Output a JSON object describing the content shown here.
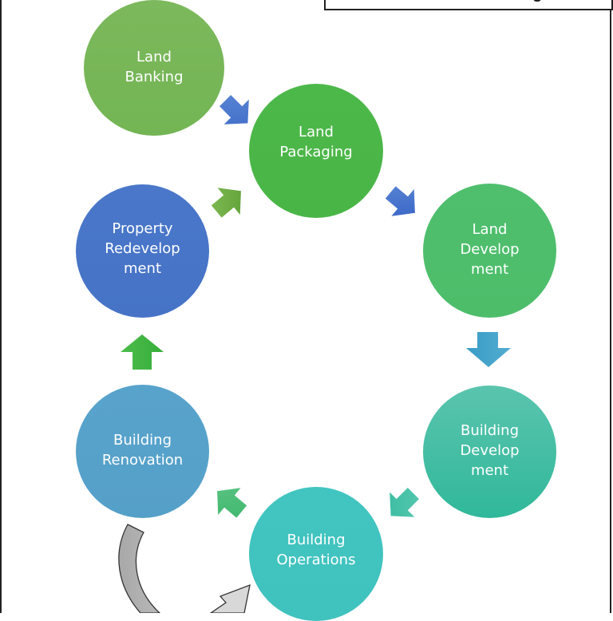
{
  "diagram": {
    "title_box": {
      "text": ""
    },
    "nodes": [
      {
        "id": "land-banking",
        "label": "Land\nBanking",
        "color_top": "#7cb85c",
        "color_bottom": "#73b554"
      },
      {
        "id": "land-packaging",
        "label": "Land\nPackaging",
        "color_top": "#4db84a",
        "color_bottom": "#4ab547"
      },
      {
        "id": "land-development",
        "label": "Land\nDevelop\nment",
        "color_top": "#4fbf6e",
        "color_bottom": "#4dbd6a"
      },
      {
        "id": "building-development",
        "label": "Building\nDevelop\nment",
        "color_top": "#5bc4ae",
        "color_bottom": "#30b89a"
      },
      {
        "id": "building-operations",
        "label": "Building\nOperations",
        "color_top": "#42c4c0",
        "color_bottom": "#40c2be"
      },
      {
        "id": "building-renovation",
        "label": "Building\nRenovation",
        "color_top": "#58a3cc",
        "color_bottom": "#55a0c9"
      },
      {
        "id": "property-redevelopment",
        "label": "Property\nRedevelop\nment",
        "color_top": "#4a77c9",
        "color_bottom": "#4673c6"
      }
    ],
    "edges": [
      {
        "from": "land-banking",
        "to": "land-packaging",
        "color": "#4a72cc"
      },
      {
        "from": "land-packaging",
        "to": "land-development",
        "color": "#3f6ccb"
      },
      {
        "from": "land-development",
        "to": "building-development",
        "color": "#3a9cc8"
      },
      {
        "from": "building-development",
        "to": "building-operations",
        "color": "#45c1a6"
      },
      {
        "from": "building-operations",
        "to": "building-renovation",
        "color": "#43b870"
      },
      {
        "from": "building-renovation",
        "to": "property-redevelopment",
        "color": "#3fb545"
      },
      {
        "from": "property-redevelopment",
        "to": "land-packaging",
        "color": "#6fae3e"
      },
      {
        "from": "building-renovation",
        "to": "building-operations",
        "color": "#b0b0b0",
        "style": "curved-loop"
      }
    ]
  }
}
